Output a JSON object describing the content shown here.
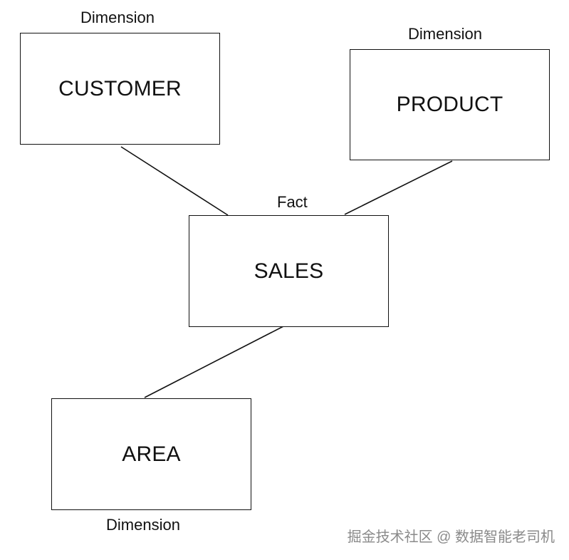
{
  "diagram": {
    "customer": {
      "label": "CUSTOMER",
      "role": "Dimension"
    },
    "product": {
      "label": "PRODUCT",
      "role": "Dimension"
    },
    "sales": {
      "label": "SALES",
      "role": "Fact"
    },
    "area": {
      "label": "AREA",
      "role": "Dimension"
    }
  },
  "watermark": "掘金技术社区 @ 数据智能老司机"
}
